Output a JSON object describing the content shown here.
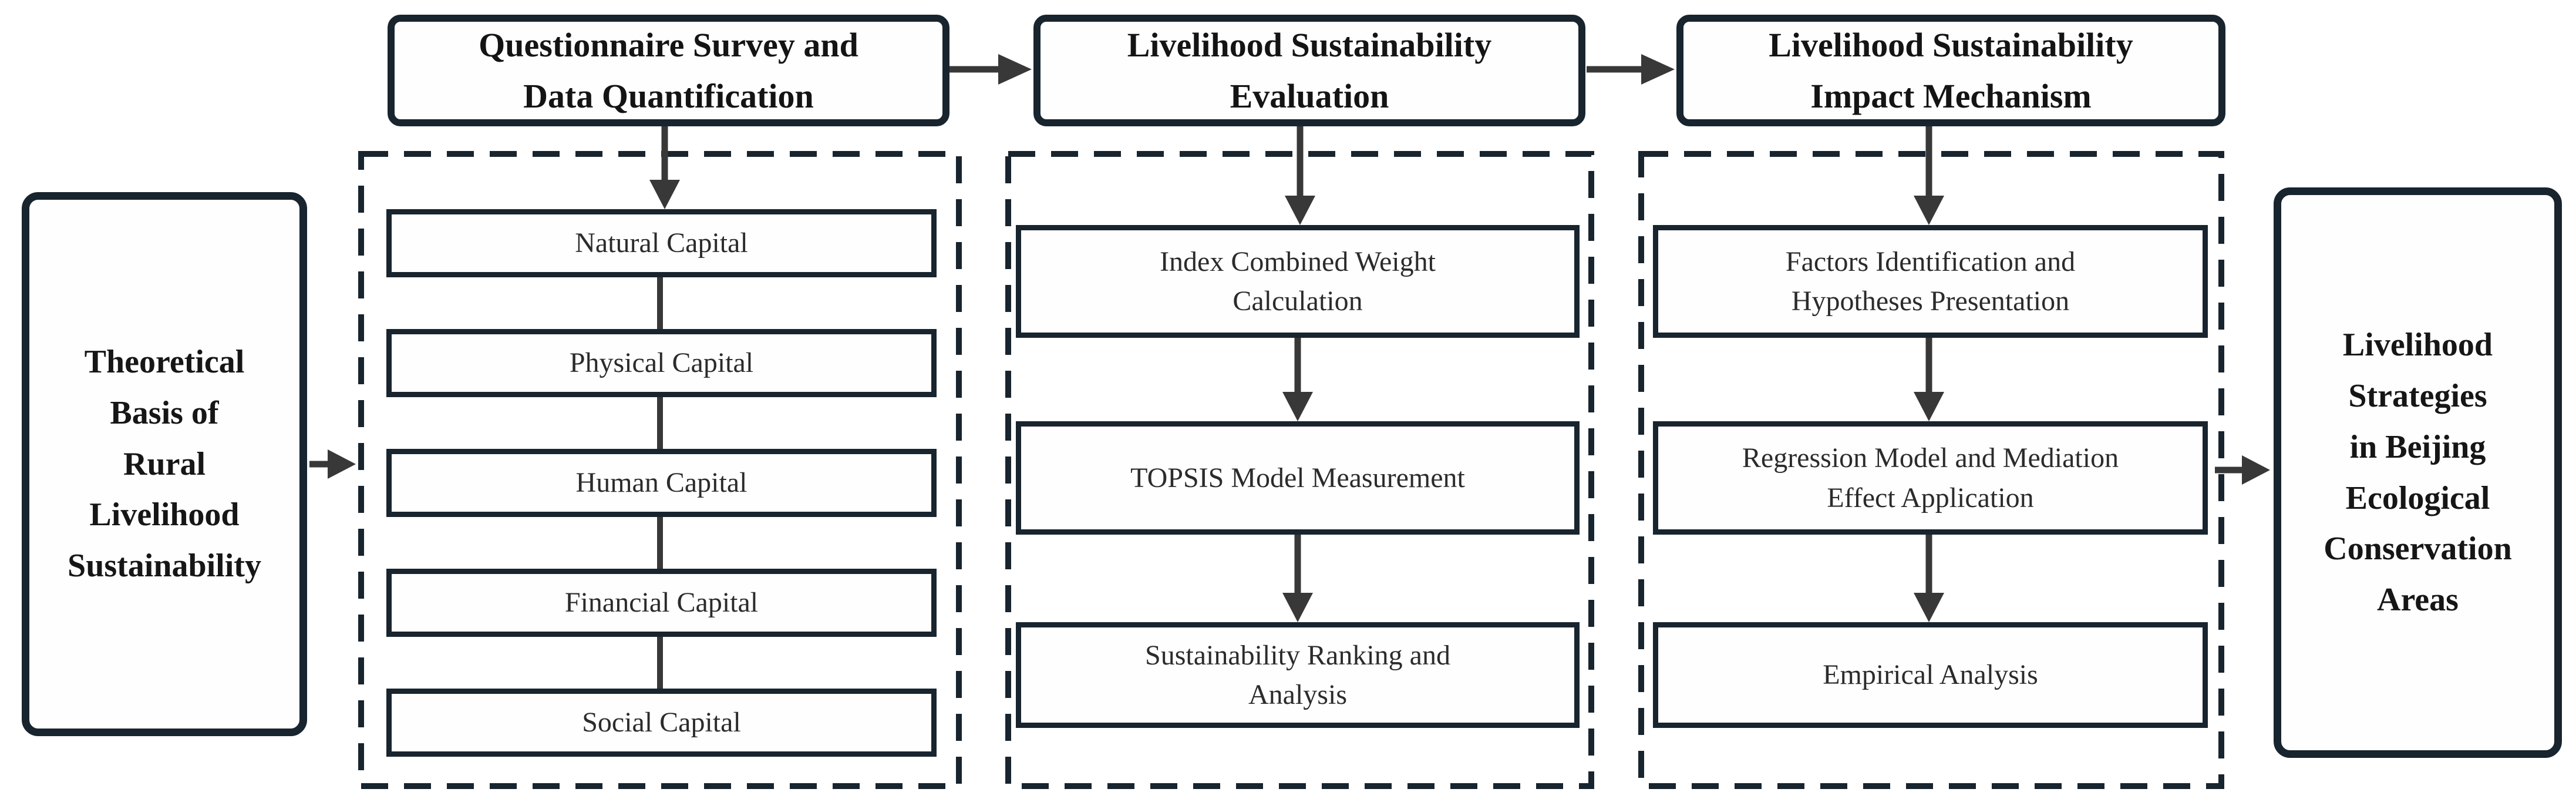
{
  "colors": {
    "line": "#18242e",
    "arrow": "#383838",
    "text": "#1f1f1f",
    "background": "#ffffff"
  },
  "left_panel": "Theoretical\nBasis of\nRural\nLivelihood\nSustainability",
  "right_panel": "Livelihood\nStrategies\nin Beijing\nEcological\nConservation\nAreas",
  "headers": [
    "Questionnaire Survey and\nData Quantification",
    "Livelihood Sustainability\nEvaluation",
    "Livelihood Sustainability\nImpact Mechanism"
  ],
  "capitals": [
    "Natural Capital",
    "Physical Capital",
    "Human Capital",
    "Financial Capital",
    "Social Capital"
  ],
  "evaluation_steps": [
    "Index Combined Weight\nCalculation",
    "TOPSIS Model Measurement",
    "Sustainability Ranking and\nAnalysis"
  ],
  "mechanism_steps": [
    "Factors Identification and\nHypotheses Presentation",
    "Regression Model and Mediation\nEffect Application",
    "Empirical Analysis"
  ]
}
